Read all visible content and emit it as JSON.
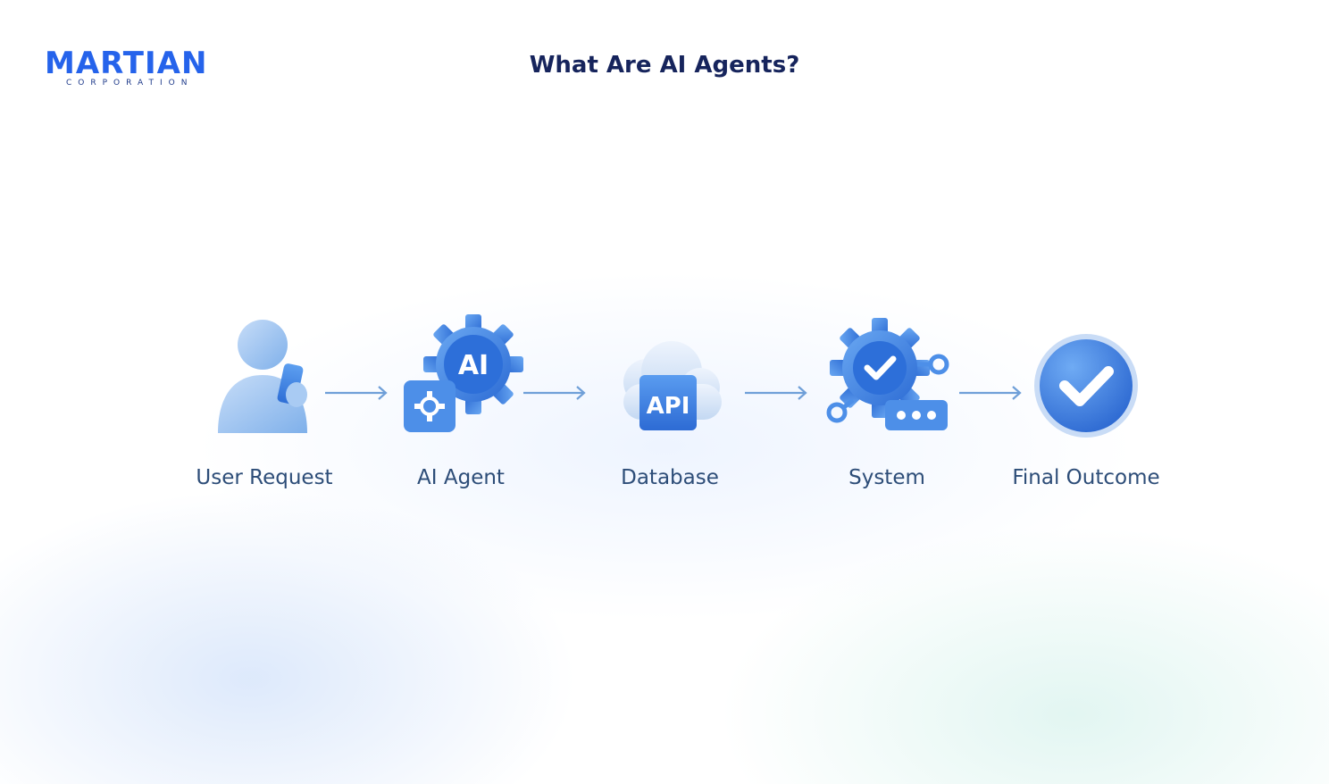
{
  "header": {
    "logo_main": "MARTIAN",
    "logo_sub": "CORPORATION",
    "title": "What Are AI Agents?"
  },
  "steps": [
    {
      "label": "User Request",
      "icon": "user-phone-icon"
    },
    {
      "label": "AI Agent",
      "icon": "ai-gear-icon",
      "badge": "AI"
    },
    {
      "label": "Database",
      "icon": "api-cloud-icon",
      "badge": "API"
    },
    {
      "label": "System",
      "icon": "system-gear-check-icon"
    },
    {
      "label": "Final Outcome",
      "icon": "check-circle-icon"
    }
  ],
  "colors": {
    "title": "#16245c",
    "logo": "#2563eb",
    "icon_primary": "#3b7de0",
    "icon_light": "#9cc4f2",
    "arrow": "#6f9fd8",
    "label": "#2d4d78"
  }
}
